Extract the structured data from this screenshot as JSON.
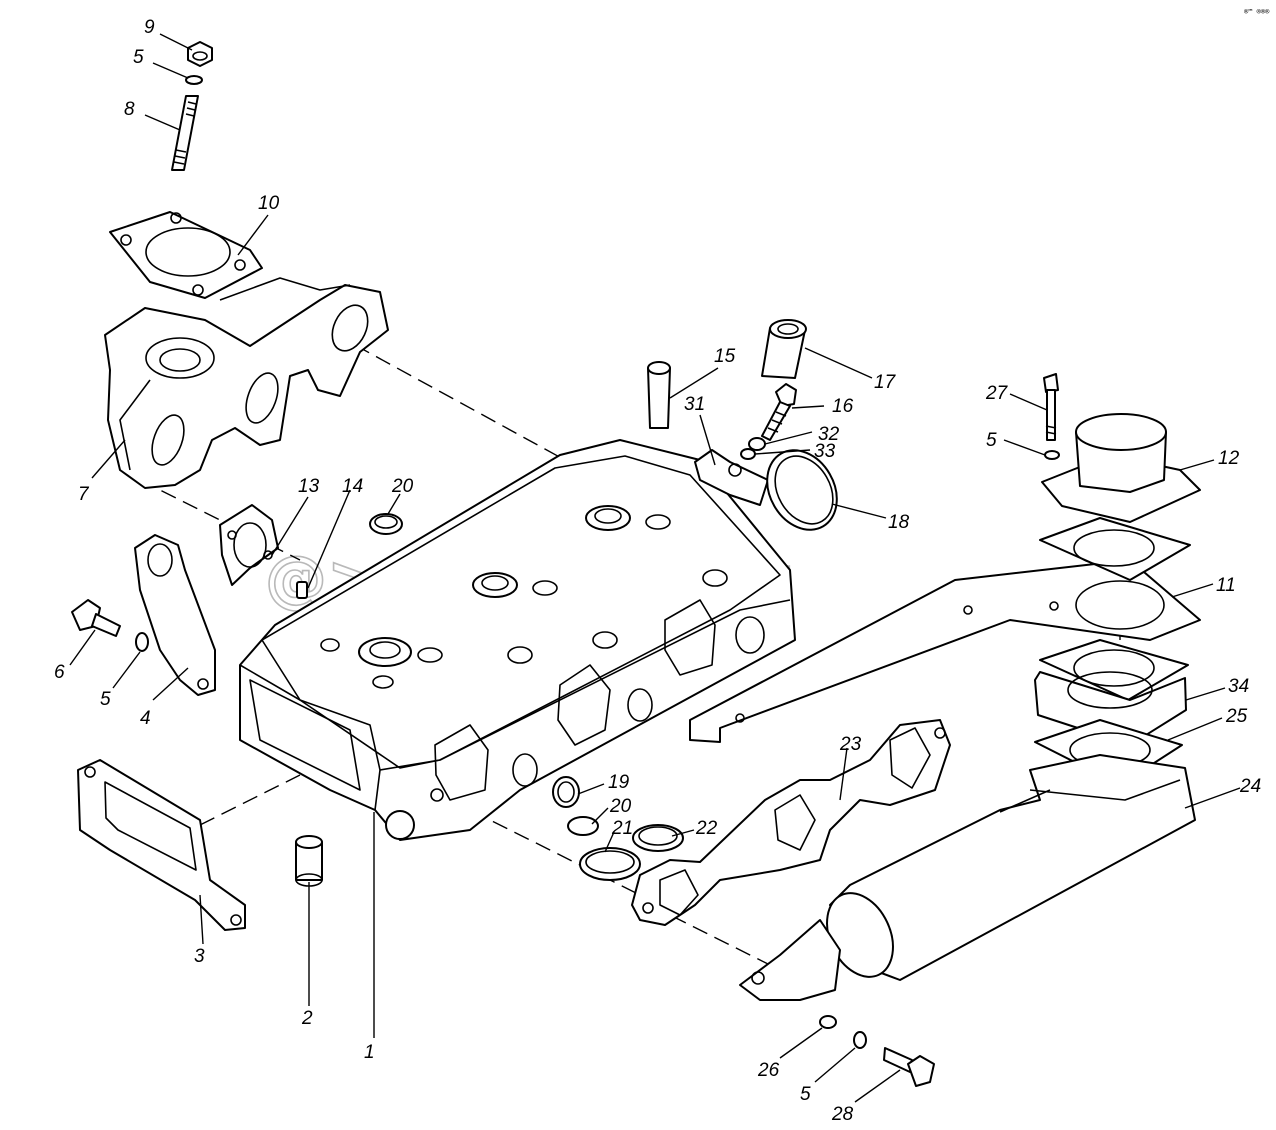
{
  "watermark": "@>autopiter.ru",
  "corner_mark": "®™ ®®®",
  "callouts": {
    "c1": "1",
    "c2": "2",
    "c3": "3",
    "c4": "4",
    "c5a": "5",
    "c5b": "5",
    "c5c": "5",
    "c5d": "5",
    "c6": "6",
    "c7": "7",
    "c8": "8",
    "c9": "9",
    "c10": "10",
    "c11": "11",
    "c12": "12",
    "c13": "13",
    "c14": "14",
    "c15": "15",
    "c16": "16",
    "c17": "17",
    "c18": "18",
    "c19": "19",
    "c20a": "20",
    "c20b": "20",
    "c21": "21",
    "c22": "22",
    "c23": "23",
    "c24": "24",
    "c25": "25",
    "c26": "26",
    "c27": "27",
    "c28": "28",
    "c31": "31",
    "c32": "32",
    "c33": "33",
    "c34": "34"
  }
}
